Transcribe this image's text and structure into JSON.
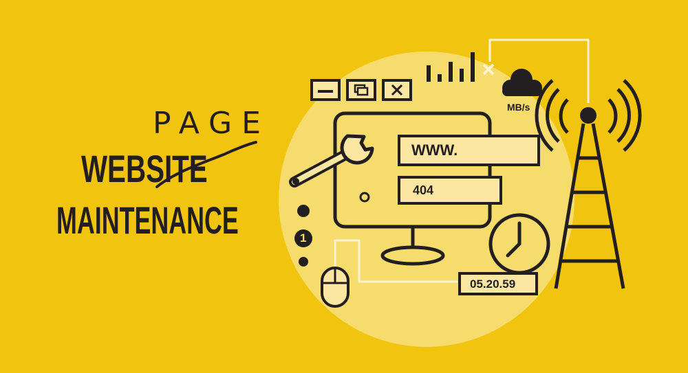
{
  "headline": {
    "word_1": "WEBSITE",
    "word_1_crossed": true,
    "replacement": "PAGE",
    "word_2": "MAINTENANCE"
  },
  "window_controls": {
    "minimize": "—",
    "restore": "⧉",
    "close": "X"
  },
  "browser": {
    "url_text": "WWW.",
    "error_code": "404"
  },
  "network": {
    "speed_unit": "MB/s",
    "disconnect_mark": "×"
  },
  "timer": {
    "value": "05.20.59"
  },
  "steps": {
    "number": "1"
  },
  "colors": {
    "background": "#f1c40f",
    "circle": "#f6dc6d",
    "ink": "#231f20",
    "panel": "#fbe7a1"
  }
}
